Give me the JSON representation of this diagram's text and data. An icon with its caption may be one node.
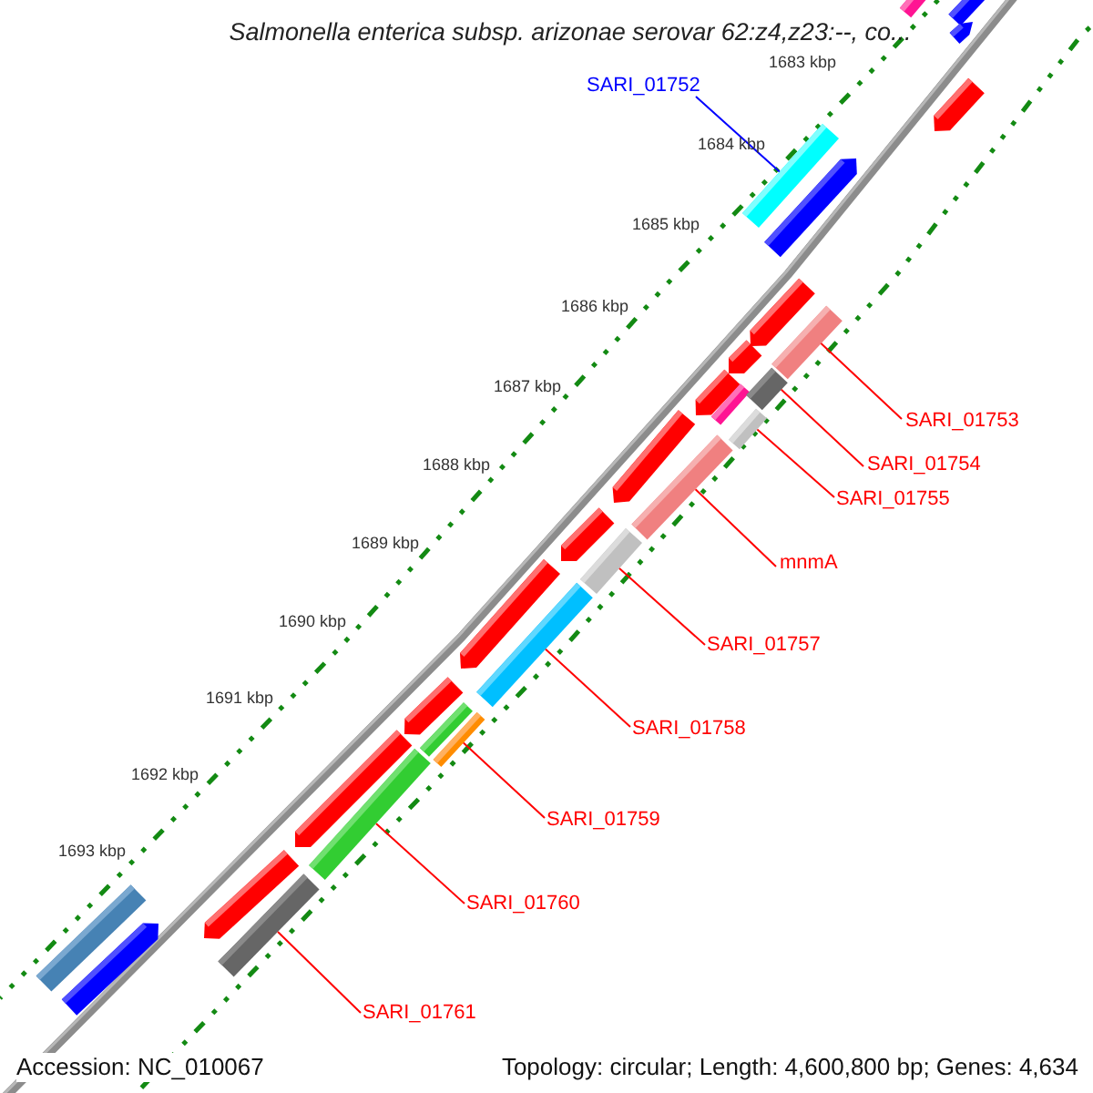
{
  "diagram": {
    "title": "Salmonella enterica subsp. arizonae serovar 62:z4,z23:--, co...",
    "nodes": [
      {
        "text": [
          "SARI_01752"
        ]
      },
      {
        "text": [],
        "shape": "bar"
      },
      {
        "text": [
          "SARI_01753"
        ]
      },
      {
        "text": [],
        "shape": "bar"
      },
      {
        "text": [
          "SARI_01754"
        ]
      },
      {
        "text": [],
        "shape": "bar"
      },
      {
        "text": [
          "SARI_01755"
        ]
      },
      {
        "text": [],
        "shape": "bar"
      },
      {
        "text": [
          "mnmA"
        ]
      },
      {
        "text": [],
        "shape": "bar"
      },
      {
        "text": [
          "SARI_01757"
        ]
      },
      {
        "text": [],
        "shape": "bar"
      },
      {
        "text": [
          "SARI_01758"
        ]
      },
      {
        "text": [],
        "shape": "bar"
      },
      {
        "text": [
          "SARI_01759"
        ]
      },
      {
        "text": [],
        "shape": "bar"
      },
      {
        "text": [
          "SARI_01760"
        ]
      },
      {
        "text": [],
        "shape": "bar"
      },
      {
        "text": [
          "SARI_01761"
        ]
      },
      {
        "text": [],
        "shape": "bar"
      }
    ],
    "edges": [
      {
        "from": 0,
        "to": 1,
        "arrow": "none",
        "color": "#0000ff"
      },
      {
        "from": 2,
        "to": 3,
        "arrow": "none"
      },
      {
        "from": 4,
        "to": 5,
        "arrow": "none"
      },
      {
        "from": 6,
        "to": 7,
        "arrow": "none"
      },
      {
        "from": 8,
        "to": 9,
        "arrow": "none"
      },
      {
        "from": 10,
        "to": 11,
        "arrow": "none"
      },
      {
        "from": 12,
        "to": 13,
        "arrow": "none"
      },
      {
        "from": 14,
        "to": 15,
        "arrow": "none"
      },
      {
        "from": 16,
        "to": 17,
        "arrow": "none"
      },
      {
        "from": 18,
        "to": 19,
        "arrow": "none"
      }
    ],
    "labels": [
      "1683 kbp",
      "1684 kbp",
      "1685 kbp",
      "1686 kbp",
      "1687 kbp",
      "1688 kbp",
      "1689 kbp",
      "1690 kbp",
      "1691 kbp",
      "1692 kbp",
      "1693 kbp",
      "Accession: NC_010067",
      "Topology: circular; Length: 4,600,800 bp; Genes: 4,634"
    ]
  }
}
